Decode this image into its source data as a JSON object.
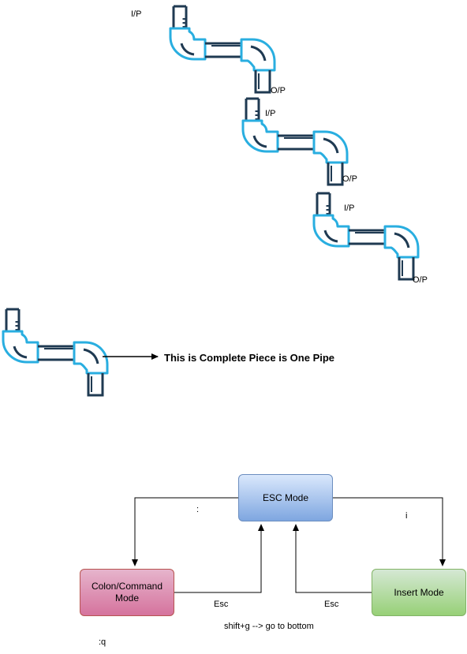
{
  "pipes": {
    "stage1": {
      "in_label": "I/P",
      "out_label": "O/P"
    },
    "stage2": {
      "in_label": "I/P",
      "out_label": "O/P"
    },
    "stage3": {
      "in_label": "I/P",
      "out_label": "O/P"
    }
  },
  "legend": {
    "caption": "This is Complete Piece is One Pipe"
  },
  "modes": {
    "esc": "ESC Mode",
    "colon": "Colon/Command Mode",
    "insert": "Insert Mode"
  },
  "transitions": {
    "esc_to_colon": ":",
    "esc_to_insert": "i",
    "colon_to_esc": "Esc",
    "insert_to_esc": "Esc"
  },
  "notes": {
    "shift_g": "shift+g --> go to bottom",
    "quit": ":q"
  },
  "colors": {
    "pipe_dark": "#1f3a52",
    "pipe_accent": "#29aee0",
    "arrow": "#000000"
  }
}
